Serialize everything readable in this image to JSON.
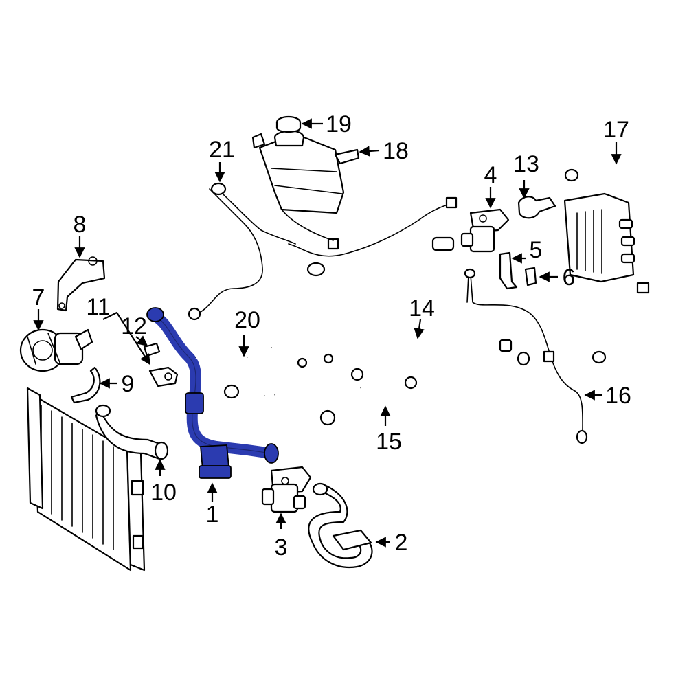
{
  "diagram": {
    "highlight_color": "#2b3bb0",
    "callouts": [
      {
        "id": "1",
        "label": "1"
      },
      {
        "id": "2",
        "label": "2"
      },
      {
        "id": "3",
        "label": "3"
      },
      {
        "id": "4",
        "label": "4"
      },
      {
        "id": "5",
        "label": "5"
      },
      {
        "id": "6",
        "label": "6"
      },
      {
        "id": "7",
        "label": "7"
      },
      {
        "id": "8",
        "label": "8"
      },
      {
        "id": "9",
        "label": "9"
      },
      {
        "id": "10",
        "label": "10"
      },
      {
        "id": "11",
        "label": "11"
      },
      {
        "id": "12",
        "label": "12"
      },
      {
        "id": "13",
        "label": "13"
      },
      {
        "id": "14",
        "label": "14"
      },
      {
        "id": "15",
        "label": "15"
      },
      {
        "id": "16",
        "label": "16"
      },
      {
        "id": "17",
        "label": "17"
      },
      {
        "id": "18",
        "label": "18"
      },
      {
        "id": "19",
        "label": "19"
      },
      {
        "id": "20",
        "label": "20"
      },
      {
        "id": "21",
        "label": "21"
      }
    ]
  }
}
